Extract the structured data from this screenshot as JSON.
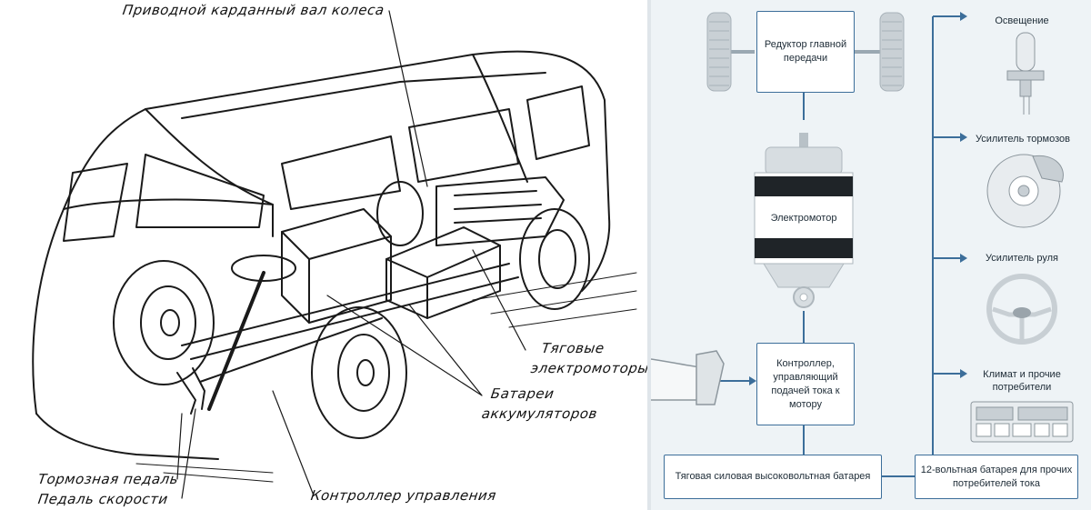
{
  "left_labels": {
    "driveshaft": "Приводной карданный вал колеса",
    "motors_line1": "Тяговые",
    "motors_line2": "электромоторы",
    "battery_line1": "Батареи",
    "battery_line2": "аккумуляторов",
    "brake_pedal": "Тормозная педаль",
    "speed_pedal": "Педаль скорости",
    "controller": "Контроллер управления"
  },
  "right_diagram": {
    "reducer": "Редуктор главной передачи",
    "motor": "Электромотор",
    "controller_box": "Контроллер, управляющий подачей тока к мотору",
    "hv_battery": "Тяговая силовая высоковольтная батарея",
    "lv_battery": "12-вольтная батарея для прочих потребителей тока",
    "consumers": [
      {
        "label": "Освещение",
        "icon": "headlight-bulb-icon"
      },
      {
        "label": "Усилитель тормозов",
        "icon": "brake-disc-icon"
      },
      {
        "label": "Усилитель руля",
        "icon": "steering-wheel-icon"
      },
      {
        "label": "Климат и прочие потребители",
        "icon": "climate-panel-icon"
      }
    ],
    "colors": {
      "line": "#3c6e9a",
      "box_border": "#3c6e9a",
      "background": "#eef3f6"
    }
  }
}
